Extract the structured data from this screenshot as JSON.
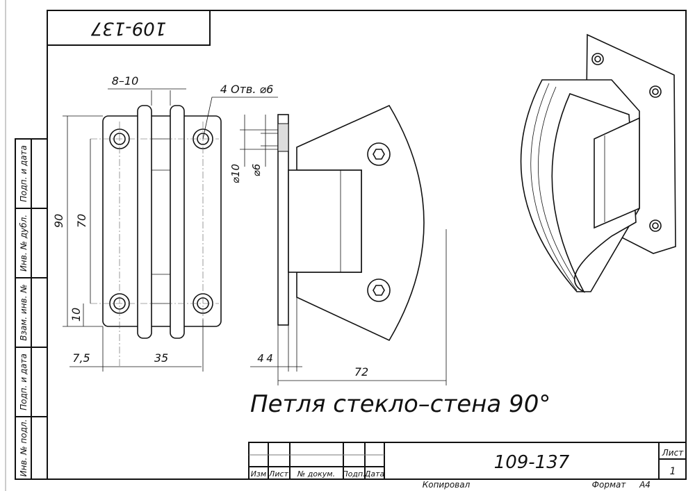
{
  "drawing": {
    "code_rotated": "109-137",
    "title": "Петля стекло–стена 90°",
    "dimensions": {
      "width_bar": "8–10",
      "holes": "4 Отв. ⌀6",
      "height_total": "90",
      "hole_spacing_v": "70",
      "hole_offset_v": "10",
      "hole_offset_h": "7,5",
      "hole_spacing_h": "35",
      "counterbore": "⌀10",
      "hole_dia": "⌀6",
      "plate_thk_a": "4",
      "plate_thk_b": "4",
      "depth": "72"
    }
  },
  "side_stamp": [
    "Подп. и дата",
    "Инв. № дубл.",
    "Взам. инв. №",
    "Подп. и дата",
    "Инв. № подл."
  ],
  "title_block": {
    "columns": [
      "Изм",
      "Лист",
      "№ докум.",
      "Подп.",
      "Дата"
    ],
    "designation": "109-137",
    "sheet_label": "Лист",
    "sheet_number": "1",
    "copied": "Копировал",
    "format_label": "Формат",
    "format_value": "A4"
  }
}
